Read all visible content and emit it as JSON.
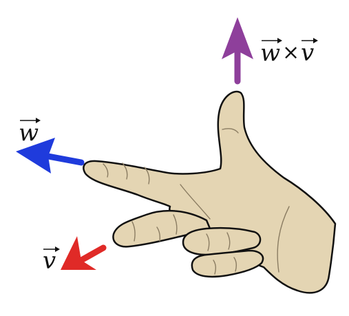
{
  "diagram": {
    "labels": {
      "cross": {
        "w": "w",
        "times": "×",
        "v": "v"
      },
      "w": "w",
      "v": "v"
    },
    "colors": {
      "cross_arrow": "#8e3f9b",
      "w_arrow": "#1f3bdc",
      "v_arrow": "#e02a27",
      "skin": "#e4d5b3",
      "outline": "#111111",
      "crease": "#8a7c62"
    }
  }
}
